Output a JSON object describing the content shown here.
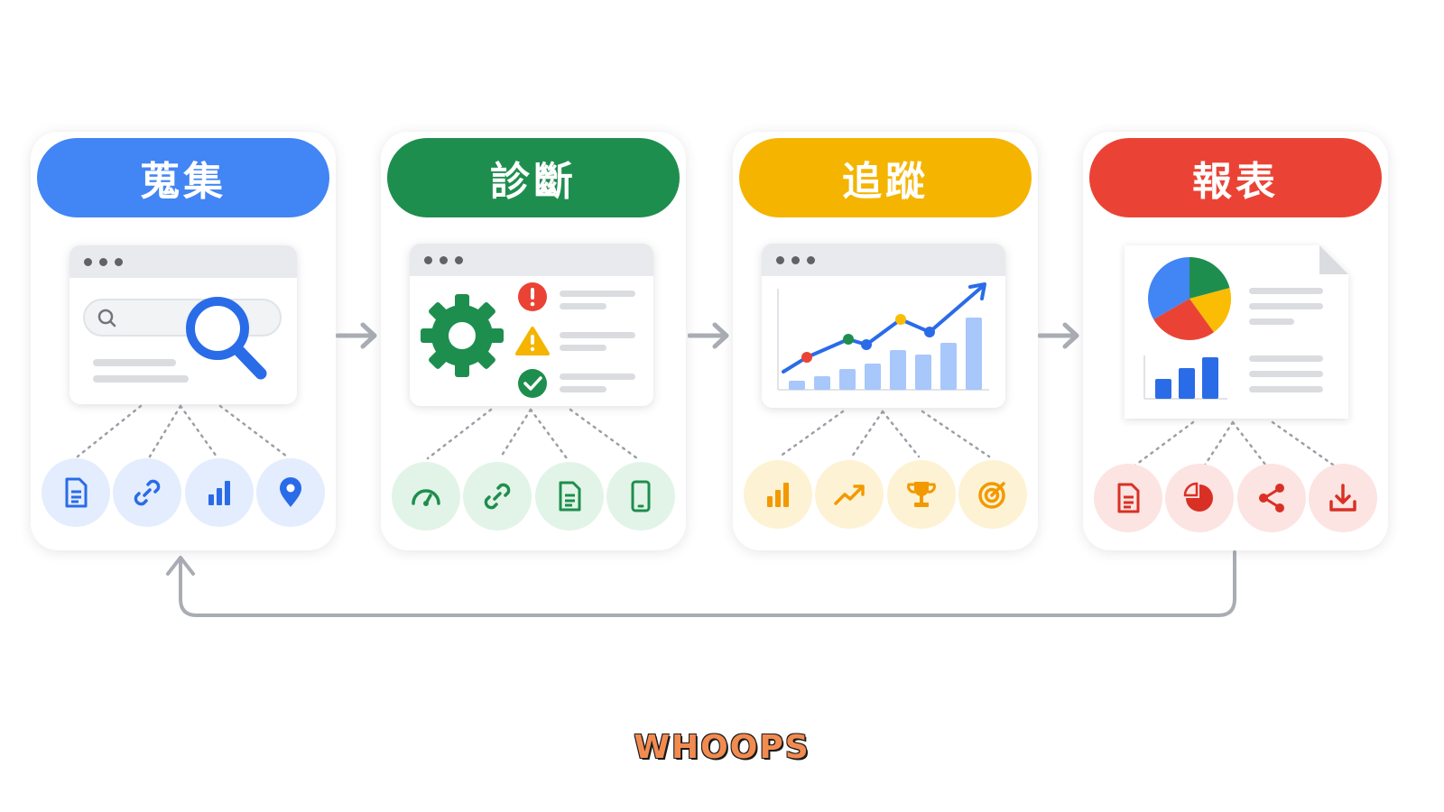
{
  "stages": [
    {
      "title": "蒐集",
      "color": "#4285f4",
      "tint": "#e3edfd",
      "icons": [
        "document-icon",
        "link-icon",
        "bar-chart-icon",
        "location-pin-icon"
      ]
    },
    {
      "title": "診斷",
      "color": "#1e8e4e",
      "tint": "#e2f4e8",
      "icons": [
        "speedometer-icon",
        "link-icon",
        "document-icon",
        "mobile-device-icon"
      ]
    },
    {
      "title": "追蹤",
      "color": "#f4b400",
      "tint": "#fdf2d3",
      "icons": [
        "bar-chart-icon",
        "trend-up-icon",
        "trophy-icon",
        "target-icon"
      ]
    },
    {
      "title": "報表",
      "color": "#ea4335",
      "tint": "#fce4e2",
      "icons": [
        "document-icon",
        "pie-chart-icon",
        "share-icon",
        "download-icon"
      ]
    }
  ],
  "brand": {
    "text": "WHOOPS"
  }
}
